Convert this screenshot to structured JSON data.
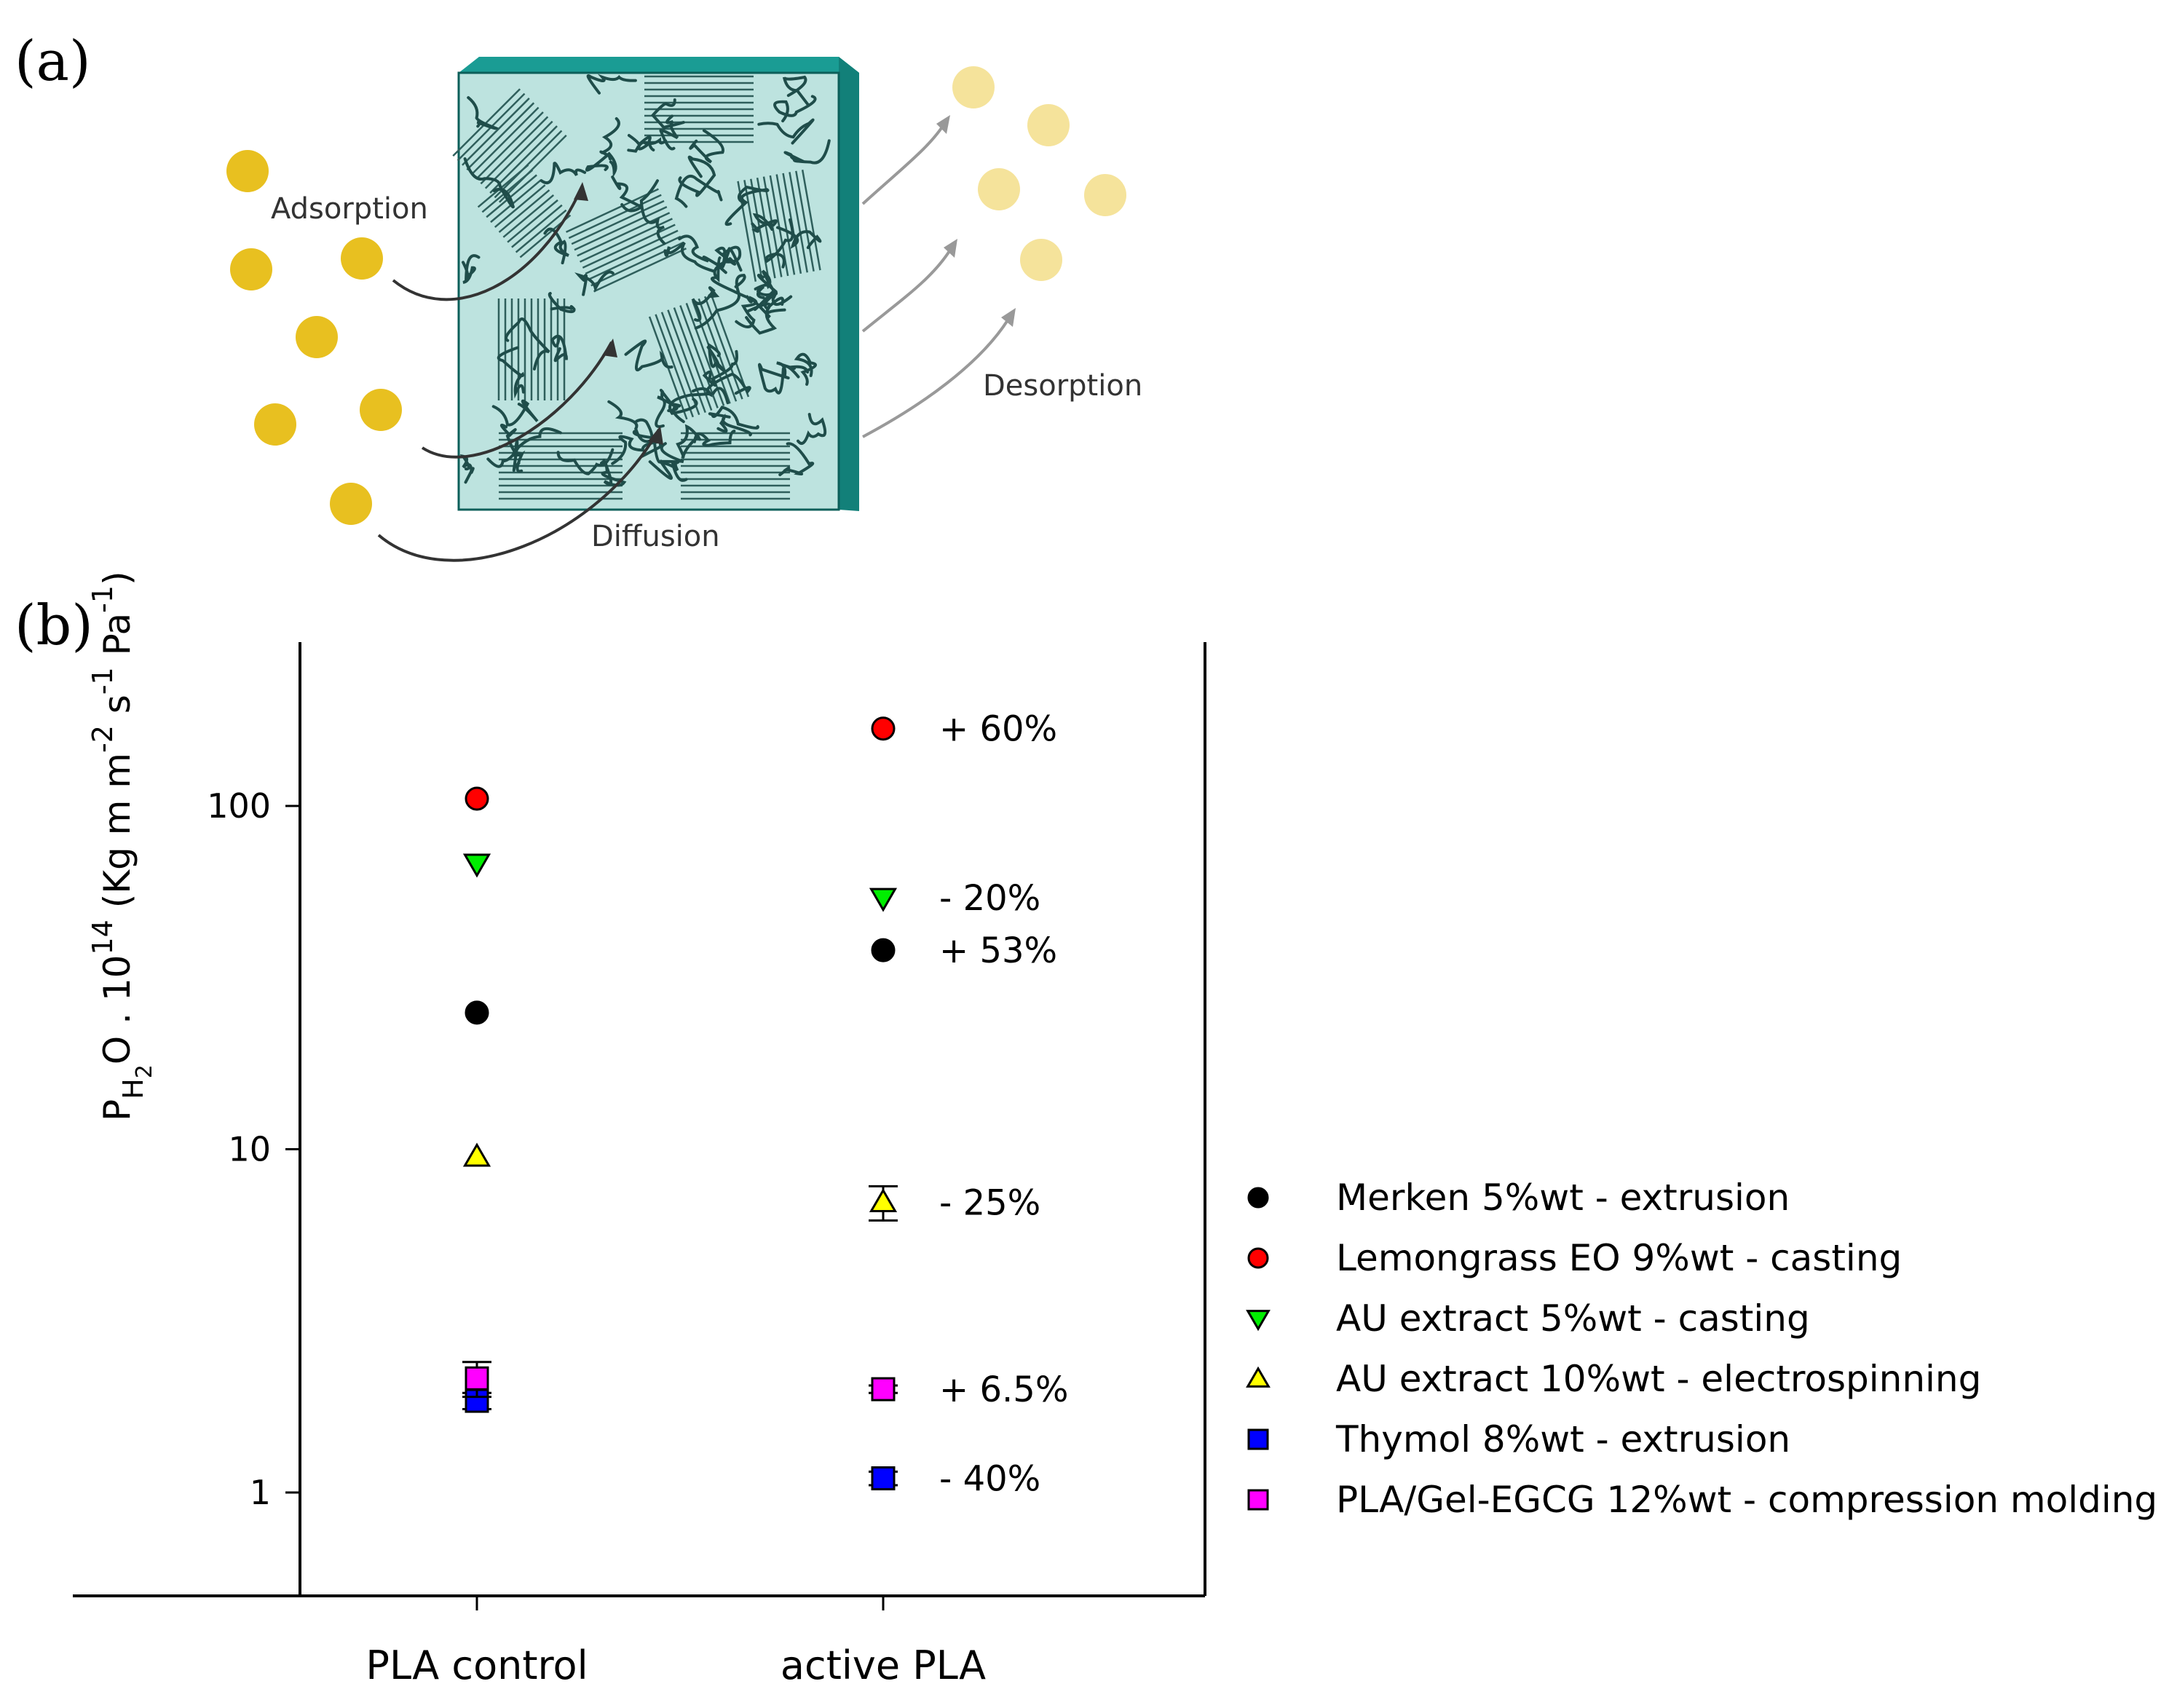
{
  "panel_a": {
    "label": "(a)",
    "process_labels": {
      "adsorption": "Adsorption",
      "diffusion": "Diffusion",
      "desorption": "Desorption"
    },
    "colors": {
      "membrane_face": "#bde3df",
      "membrane_edge": "#1a9c94",
      "molecule_in": "#e8c020",
      "molecule_out": "#f5e39b"
    }
  },
  "panel_b": {
    "label": "(b)",
    "ylabel_parts": {
      "p": "P",
      "sub": "H",
      "sub2": "2",
      "mid": "O . 10",
      "exp": "14",
      "units_open": " (Kg m m",
      "e1": "-2",
      "s": " s",
      "e2": "-1",
      "pa": " Pa",
      "e3": "-1",
      "close": ")"
    }
  },
  "chart_data": {
    "type": "scatter",
    "yscale": "log",
    "ylim": [
      0.5,
      300
    ],
    "yticks": [
      1,
      10,
      100
    ],
    "ytick_labels": [
      "1",
      "10",
      "100"
    ],
    "categories": [
      "PLA control",
      "active PLA"
    ],
    "series": [
      {
        "name": "Merken 5%wt - extrusion",
        "marker": "circle",
        "color": "#000000",
        "values": [
          25,
          38
        ],
        "change": "+ 53%"
      },
      {
        "name": "Lemongrass EO 9%wt - casting",
        "marker": "circle",
        "color": "#ff0000",
        "values": [
          105,
          168
        ],
        "change": "+ 60%"
      },
      {
        "name": "AU extract 5%wt - casting",
        "marker": "triangle-down",
        "color": "#00ee00",
        "values": [
          68,
          54
        ],
        "change": "- 20%"
      },
      {
        "name": "AU extract 10%wt - electrospinning",
        "marker": "triangle-up",
        "color": "#ffff00",
        "values": [
          9.5,
          7.0
        ],
        "errors": [
          0,
          0.8
        ],
        "change": "- 25%"
      },
      {
        "name": "Thymol 8%wt - extrusion",
        "marker": "square",
        "color": "#0000ff",
        "values": [
          1.85,
          1.1
        ],
        "errors": [
          0.1,
          0.05
        ],
        "change": "- 40%"
      },
      {
        "name": "PLA/Gel-EGCG 12%wt - compression molding",
        "marker": "square",
        "color": "#ff00ff",
        "values": [
          2.15,
          2.0
        ],
        "errors": [
          0.25,
          0.05
        ],
        "change": "+ 6.5%"
      }
    ]
  }
}
